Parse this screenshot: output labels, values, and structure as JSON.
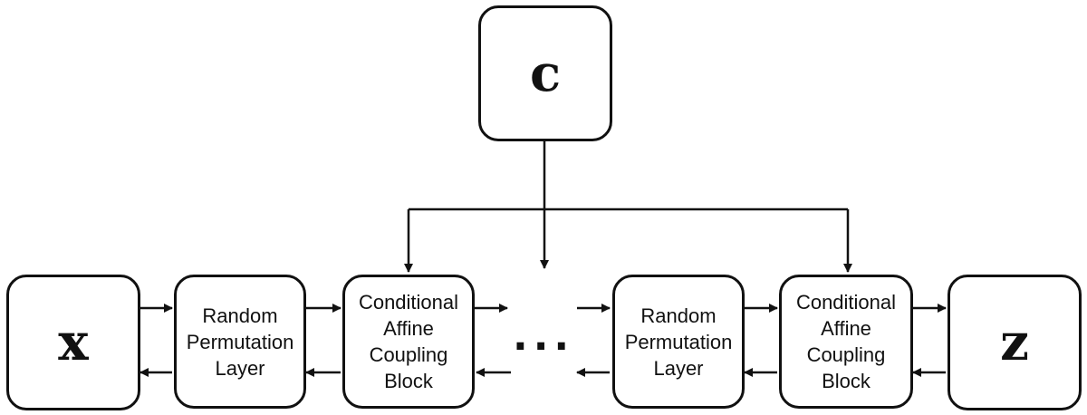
{
  "diagram": {
    "condition_node": {
      "label": "c"
    },
    "input_node": {
      "label": "x"
    },
    "output_node": {
      "label": "z"
    },
    "permutation_layer_1": {
      "lines": [
        "Random",
        "Permutation",
        "Layer"
      ]
    },
    "coupling_block_1": {
      "lines": [
        "Conditional",
        "Affine",
        "Coupling",
        "Block"
      ]
    },
    "permutation_layer_2": {
      "lines": [
        "Random",
        "Permutation",
        "Layer"
      ]
    },
    "coupling_block_2": {
      "lines": [
        "Conditional",
        "Affine",
        "Coupling",
        "Block"
      ]
    },
    "ellipsis": "...",
    "line_color": "#111111"
  }
}
